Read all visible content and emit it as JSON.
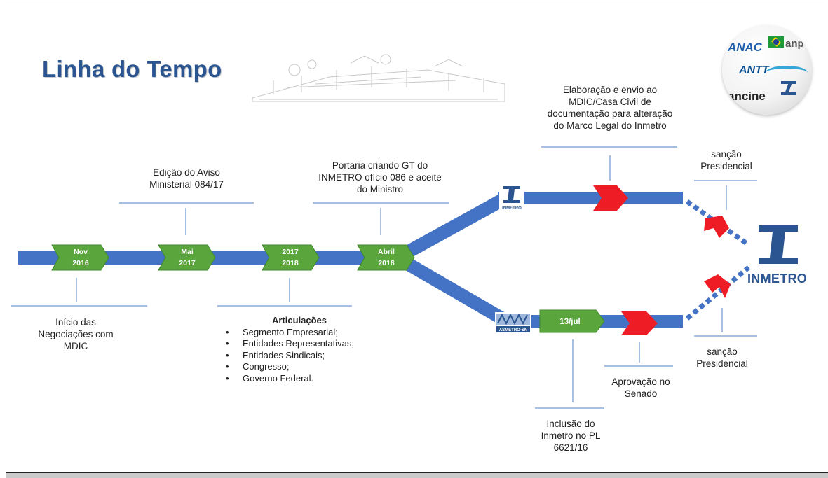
{
  "title": "Linha do Tempo",
  "colors": {
    "track": "#4472c4",
    "step": "#5aa53c",
    "red_arrow": "#ee1c25",
    "title": "#2b5591",
    "line": "#4f7fc3"
  },
  "steps": [
    {
      "line1": "Nov",
      "line2": "2016"
    },
    {
      "line1": "Mai",
      "line2": "2017"
    },
    {
      "line1": "2017",
      "line2": "2018"
    },
    {
      "line1": "Abril",
      "line2": "2018"
    },
    {
      "line1": "13/jul",
      "line2": ""
    }
  ],
  "labels": {
    "inicio": "Início das Negociações com MDIC",
    "aviso": "Edição do Aviso Ministerial 084/17",
    "portaria": "Portaria criando GT do INMETRO ofício 086 e aceite do Ministro",
    "elaboracao": "Elaboração e envio ao MDIC/Casa Civil de documentação para alteração do Marco Legal do Inmetro",
    "sancao_top": "sanção Presidencial",
    "sancao_bottom": "sanção Presidencial",
    "aprovacao": "Aprovação no Senado",
    "inclusao": "Inclusão do Inmetro no PL 6621/16"
  },
  "articulacoes": {
    "title": "Articulações",
    "items": [
      "Segmento Empresarial;",
      "Entidades Representativas;",
      "Entidades Sindicais;",
      "Congresso;",
      "Governo Federal."
    ]
  },
  "small_logos": {
    "inmetro_small": "INMETRO",
    "asmetro": "ASMETRO-SN"
  },
  "agency_logos": [
    "ANAC",
    "ANTT",
    "ancine",
    "anp"
  ],
  "inmetro_brand": "INMETRO"
}
